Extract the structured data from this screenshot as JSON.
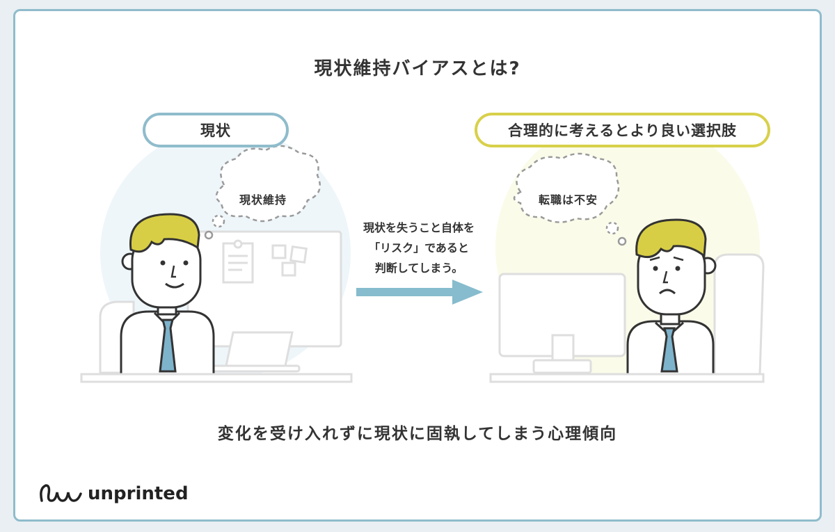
{
  "title": "現状維持バイアスとは?",
  "left_panel": {
    "label": "現状",
    "thought": "現状維持"
  },
  "right_panel": {
    "label": "合理的に考えるとより良い選択肢",
    "thought": "転職は不安"
  },
  "arrow_text": [
    "現状を失うこと自体を",
    "「リスク」であると",
    "判断してしまう。"
  ],
  "bottom_text": "変化を受け入れずに現状に固執してしまう心理傾向",
  "logo": {
    "text": "unprinted"
  },
  "colors": {
    "frame": "#8fbccc",
    "left_accent": "#8fbccc",
    "right_accent": "#d8d04a",
    "hair": "#d8ce45",
    "tie": "#7eb3cc",
    "arrow": "#86bccd"
  }
}
